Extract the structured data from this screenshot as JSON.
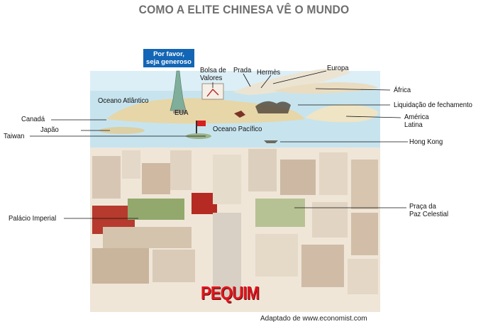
{
  "title": "COMO A ELITE CHINESA VÊ O MUNDO",
  "sign_text": [
    "Por favor,",
    "seja generoso"
  ],
  "labels": {
    "bolsa": [
      "Bolsa de",
      "Valores"
    ],
    "prada": "Prada",
    "hermes": "Hermès",
    "europa": "Europa",
    "africa": "África",
    "oceano_atlantico": "Oceano Atlântico",
    "liquidacao": "Liquidação de fechamento",
    "canada": "Canadá",
    "eua": "EUA",
    "america_latina": [
      "América",
      "Latina"
    ],
    "japao": "Japão",
    "taiwan": "Taiwan",
    "oceano_pacifico": "Oceano Pacífico",
    "hong_kong": "Hong Kong",
    "palacio": "Palácio Imperial",
    "praca": [
      "Praça da",
      "Paz Celestial"
    ],
    "city": "PEQUIM"
  },
  "credit": "Adaptado de www.economist.com",
  "colors": {
    "sky": "#dceef6",
    "ocean": "#c7e4ee",
    "land": "#e7d6a8",
    "city_accent": "#e0161e",
    "sign_blue": "#1366b5",
    "title_gray": "#6f6f6f"
  }
}
